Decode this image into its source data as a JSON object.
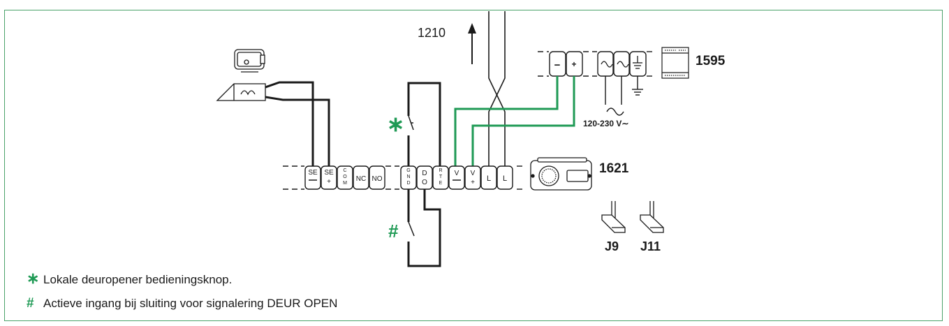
{
  "labels": {
    "bus_out": "1210",
    "power_supply": "1595",
    "voltage": "120-230 V∼",
    "module": "1621",
    "jumper_1": "J9",
    "jumper_2": "J11"
  },
  "power_terminals": [
    "−",
    "+"
  ],
  "terminals_left": [
    "SE−",
    "SE+",
    "COM",
    "NC",
    "NO"
  ],
  "terminals_right": [
    "GND",
    "DO",
    "RTE",
    "V−",
    "V+",
    "L",
    "L"
  ],
  "legend": [
    {
      "symbol": "∗",
      "text": "Lokale deuropener bedieningsknop."
    },
    {
      "symbol": "#",
      "text": "Actieve ingang bij sluiting voor signalering DEUR OPEN"
    }
  ],
  "colors": {
    "wire_green": "#1f9a55",
    "frame_green": "#4aa26a",
    "line": "#1a1a1a"
  },
  "icons": [
    "door-lock-icon",
    "lock-coil-icon",
    "power-supply-icon",
    "door-station-icon",
    "jumper-icon"
  ]
}
